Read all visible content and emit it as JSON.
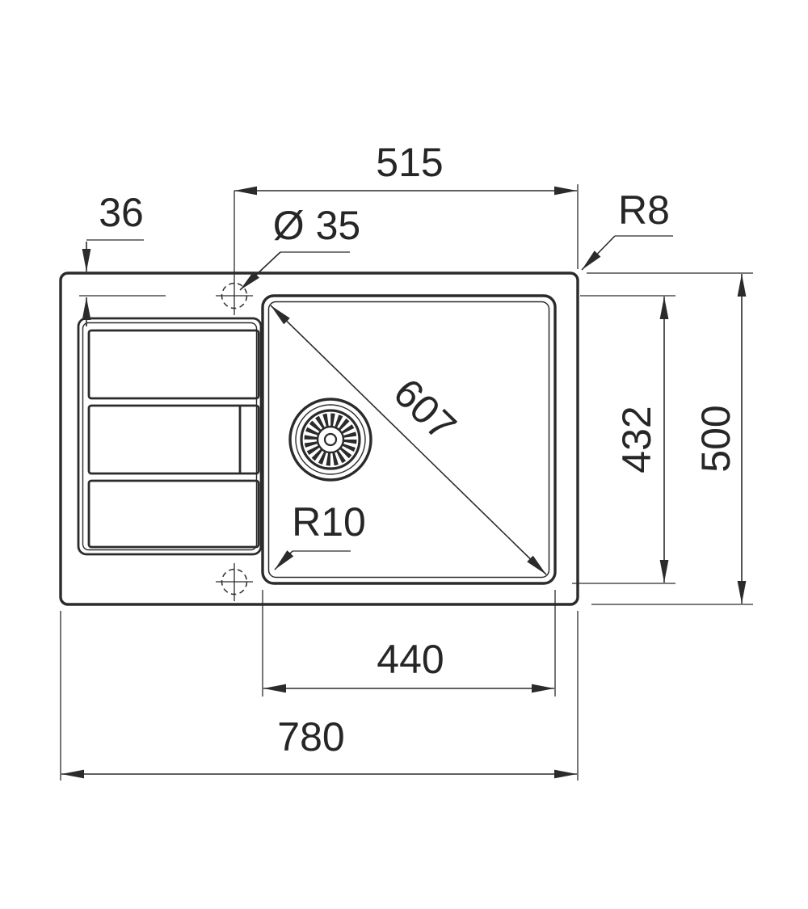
{
  "drawing": {
    "type": "technical-dimension-drawing",
    "view": "top-view",
    "subject": "inset kitchen sink with left drainboard, single bowl, drain strainer and two tap hole positions",
    "line_color": "#2b2b2b",
    "text_color": "#262626",
    "background_color": "#ffffff",
    "dims": {
      "top_width": "515",
      "rim_to_tap_center": "36",
      "tap_hole_diameter": "Ø 35",
      "outer_corner_radius": "R8",
      "bowl_corner_radius": "R10",
      "bowl_diagonal": "607",
      "bowl_depth": "432",
      "overall_depth": "500",
      "bowl_width": "440",
      "overall_width": "780"
    }
  }
}
